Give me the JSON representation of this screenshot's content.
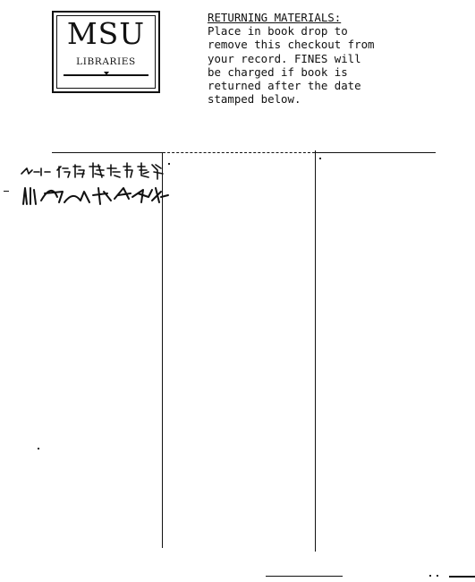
{
  "logo": {
    "title": "MSU",
    "subtitle": "LIBRARIES"
  },
  "notice": {
    "heading": "RETURNING MATERIALS:",
    "lines": [
      "Place in book drop to",
      "remove this checkout from",
      "your record.  FINES will",
      "be charged if book is",
      "returned after the date",
      "stamped below."
    ]
  },
  "colors": {
    "ink": "#111111",
    "paper": "#ffffff"
  }
}
